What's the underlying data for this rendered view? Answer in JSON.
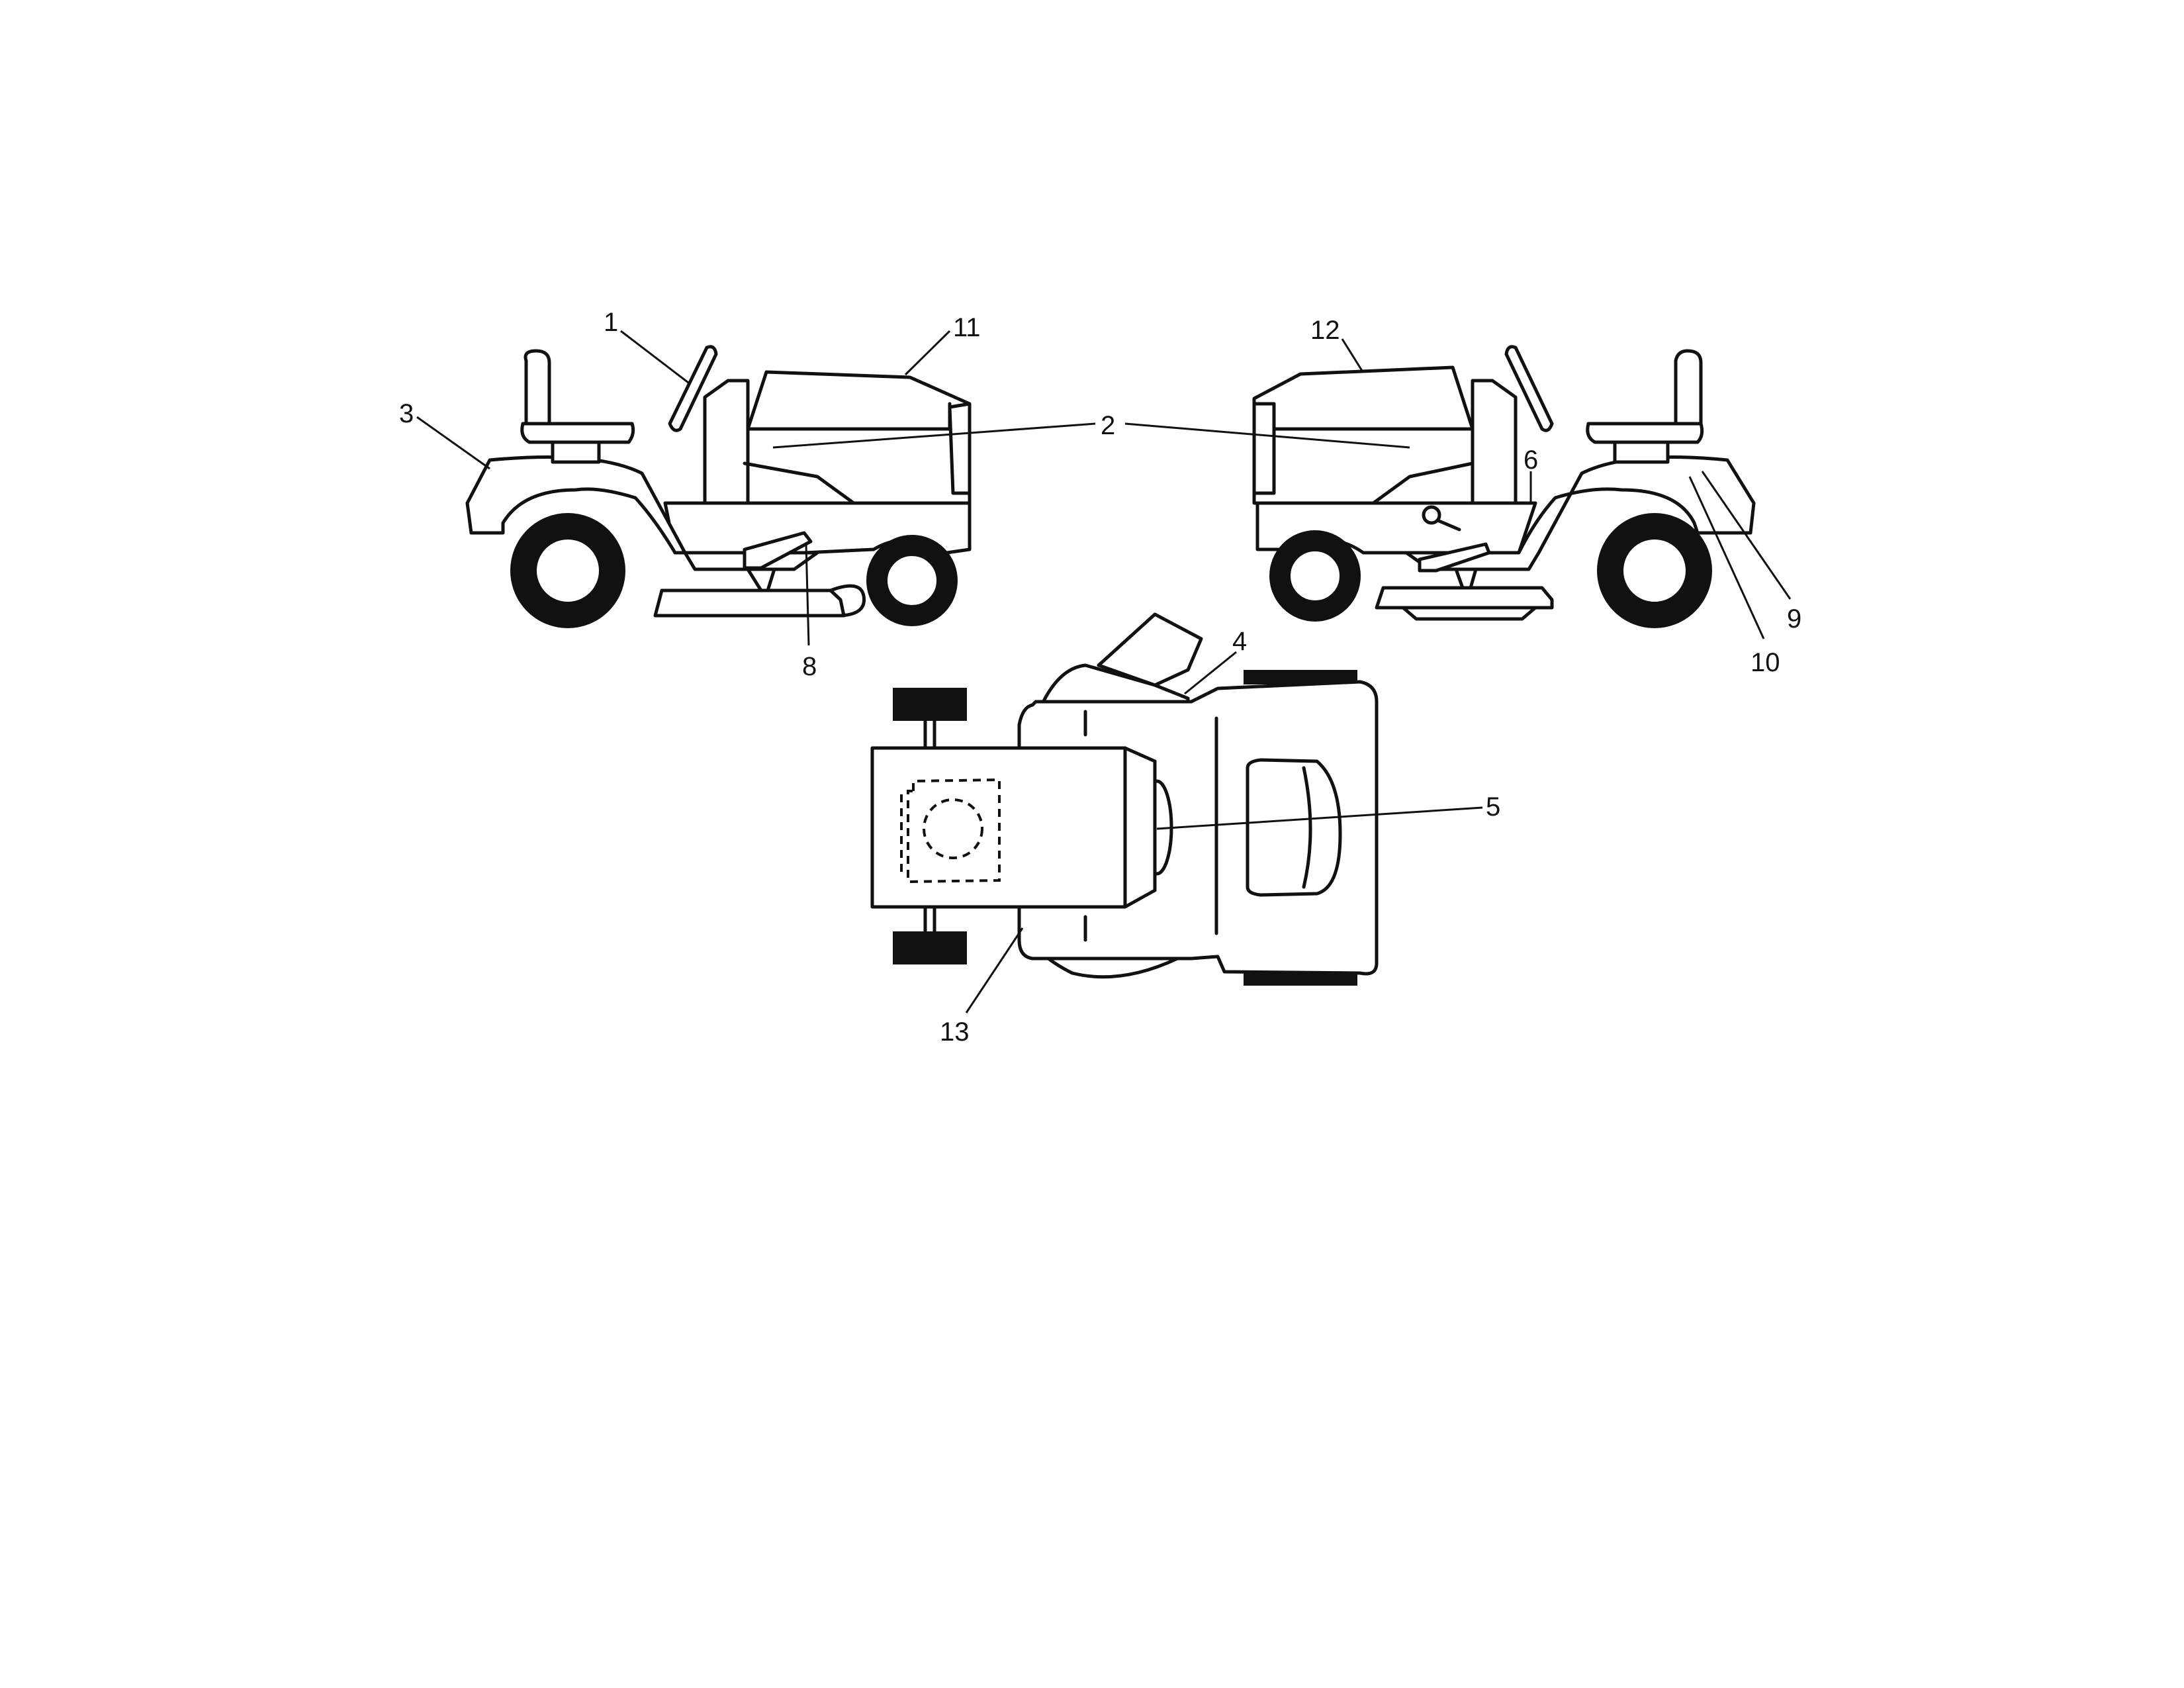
{
  "callouts": {
    "c1": "1",
    "c2": "2",
    "c3": "3",
    "c4": "4",
    "c5": "5",
    "c6": "6",
    "c8": "8",
    "c9": "9",
    "c10": "10",
    "c11": "11",
    "c12": "12",
    "c13": "13"
  },
  "colors": {
    "line": "#111111",
    "background": "#ffffff"
  }
}
